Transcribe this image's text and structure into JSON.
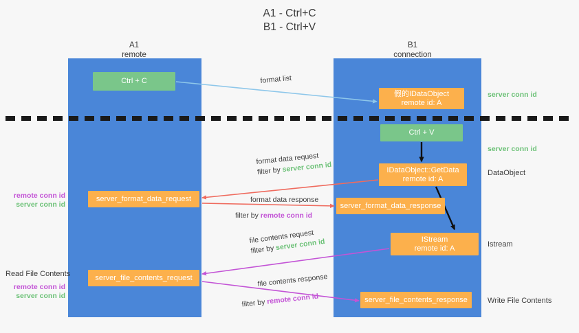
{
  "title": {
    "line1": "A1 - Ctrl+C",
    "line2": "B1 - Ctrl+V"
  },
  "lanes": [
    {
      "name": "A1",
      "sub": "remote"
    },
    {
      "name": "B1",
      "sub": "connection"
    }
  ],
  "boxes": {
    "ctrl_c": "Ctrl + C",
    "ctrl_v": "Ctrl + V",
    "fake_dataobject_l1": "假的IDataObject",
    "fake_dataobject_l2": "remote id: A",
    "getdata_l1": "IDataObject::GetData",
    "getdata_l2": "remote id: A",
    "istream_l1": "IStream",
    "istream_l2": "remote id: A",
    "server_format_data_request": "server_format_data_request",
    "server_format_data_response": "server_format_data_response",
    "server_file_contents_request": "server_file_contents_request",
    "server_file_contents_response": "server_file_contents_response"
  },
  "edge_labels": {
    "format_list": "format list",
    "format_data_request": "format data request",
    "format_data_request_filter_prefix": "filter by ",
    "format_data_request_filter_value": "server conn id",
    "format_data_response": "format data response",
    "format_data_response_filter_prefix": "filter by ",
    "format_data_response_filter_value": "remote conn id",
    "file_contents_request": "file contents request",
    "file_contents_request_filter_prefix": "filter by ",
    "file_contents_request_filter_value": "server conn id",
    "file_contents_response": "file contents response",
    "file_contents_response_filter_prefix": "filter by ",
    "file_contents_response_filter_value": "remote conn id"
  },
  "annotations": {
    "server_conn_id_top": "server conn id",
    "server_conn_id_mid": "server conn id",
    "dataobject": "DataObject",
    "istream": "Istream",
    "write_file_contents": "Write File Contents",
    "read_file_contents": "Read File Contents",
    "left_remote_conn_id_1": "remote conn id",
    "left_server_conn_id_1": "server conn id",
    "left_remote_conn_id_2": "remote conn id",
    "left_server_conn_id_2": "server conn id"
  },
  "colors": {
    "lane": "#4a86d8",
    "green_box": "#7ac68a",
    "orange_box": "#fcb04c",
    "server_conn_id": "#6cc177",
    "remote_conn_id": "#c354d6",
    "arrow_blue": "#8ec7ea",
    "arrow_red": "#ef6b5e",
    "arrow_magenta": "#c354d6",
    "arrow_black": "#000000",
    "divider": "#1a1a1a",
    "background": "#f7f7f7"
  }
}
